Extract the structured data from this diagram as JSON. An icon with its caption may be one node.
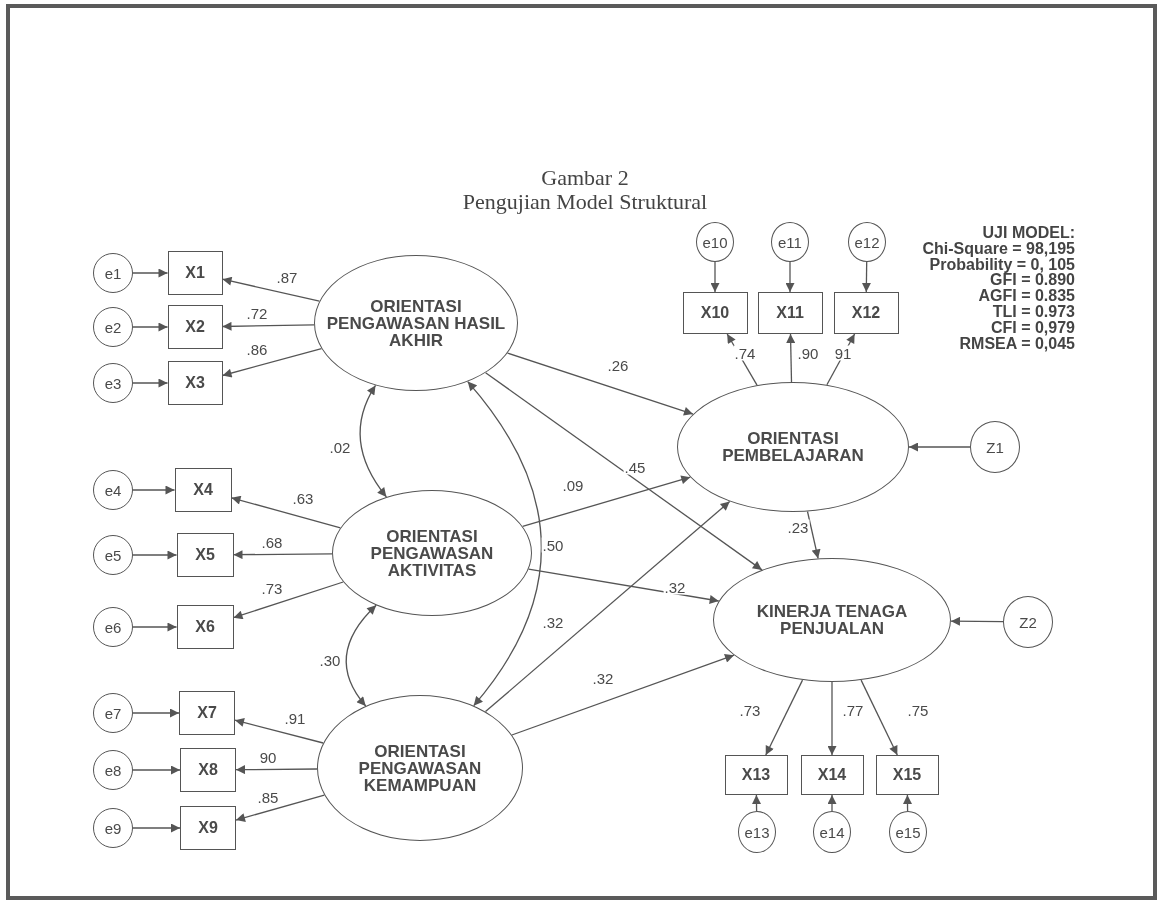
{
  "diagram": {
    "title": "Pengujian Model Struktural",
    "nodes": [
      {
        "text": [
          "e1"
        ]
      },
      {
        "text": [
          "X1"
        ]
      },
      {
        "text": [
          "e2"
        ]
      },
      {
        "text": [
          "X2"
        ]
      },
      {
        "text": [
          "e3"
        ]
      },
      {
        "text": [
          "X3"
        ]
      },
      {
        "text": [
          "ORIENTASI PENGAWASAN HASIL AKHIR"
        ]
      },
      {
        "text": [
          "e10"
        ]
      },
      {
        "text": [
          "e11"
        ]
      },
      {
        "text": [
          "e12"
        ]
      },
      {
        "text": [
          "X10"
        ]
      },
      {
        "text": [
          "X11"
        ]
      },
      {
        "text": [
          "X12"
        ]
      },
      {
        "text": [
          "ORIENTASI PEMBELAJARAN"
        ]
      },
      {
        "text": [
          "Z1"
        ]
      },
      {
        "text": [
          "e4"
        ]
      },
      {
        "text": [
          "X4"
        ]
      },
      {
        "text": [
          "e5"
        ]
      },
      {
        "text": [
          "X5"
        ]
      },
      {
        "text": [
          "e6"
        ]
      },
      {
        "text": [
          "X6"
        ]
      },
      {
        "text": [
          "ORIENTASI PENGAWASAN AKTIVITAS"
        ]
      },
      {
        "text": [
          "KINERJA TENAGA PENJUALAN"
        ]
      },
      {
        "text": [
          "Z2"
        ]
      },
      {
        "text": [
          "e7"
        ]
      },
      {
        "text": [
          "X7"
        ]
      },
      {
        "text": [
          "e8"
        ]
      },
      {
        "text": [
          "X8"
        ]
      },
      {
        "text": [
          "e9"
        ]
      },
      {
        "text": [
          "X9"
        ]
      },
      {
        "text": [
          "ORIENTASI PENGAWASAN KEMAMPUAN"
        ]
      },
      {
        "text": [
          "X13"
        ]
      },
      {
        "text": [
          "X14"
        ]
      },
      {
        "text": [
          "X15"
        ]
      },
      {
        "text": [
          "e13"
        ]
      },
      {
        "text": [
          "e14"
        ]
      },
      {
        "text": [
          "e15"
        ]
      }
    ],
    "edges": [
      {
        "from": 0,
        "to": 1,
        "arrow": "to"
      },
      {
        "from": 2,
        "to": 3,
        "arrow": "to"
      },
      {
        "from": 4,
        "to": 5,
        "arrow": "to"
      },
      {
        "from": 6,
        "to": 1,
        "arrow": "to",
        "label": ".87"
      },
      {
        "from": 6,
        "to": 3,
        "arrow": "to",
        "label": ".72"
      },
      {
        "from": 6,
        "to": 5,
        "arrow": "to",
        "label": ".86"
      },
      {
        "from": 7,
        "to": 10,
        "arrow": "to"
      },
      {
        "from": 8,
        "to": 11,
        "arrow": "to"
      },
      {
        "from": 9,
        "to": 12,
        "arrow": "to"
      },
      {
        "from": 13,
        "to": 10,
        "arrow": "to",
        "label": ".74"
      },
      {
        "from": 13,
        "to": 11,
        "arrow": "to",
        "label": ".90"
      },
      {
        "from": 13,
        "to": 12,
        "arrow": "to",
        "label": "91"
      },
      {
        "from": 6,
        "to": 13,
        "arrow": "to",
        "label": ".26"
      },
      {
        "from": 14,
        "to": 13,
        "arrow": "to"
      },
      {
        "from": 6,
        "to": 21,
        "arrow": "both",
        "label": ".02"
      },
      {
        "from": 6,
        "to": 30,
        "arrow": "both",
        "label": ".50"
      },
      {
        "from": 6,
        "to": 22,
        "arrow": "to",
        "label": ".45"
      },
      {
        "from": 15,
        "to": 16,
        "arrow": "to"
      },
      {
        "from": 17,
        "to": 18,
        "arrow": "to"
      },
      {
        "from": 19,
        "to": 20,
        "arrow": "to"
      },
      {
        "from": 21,
        "to": 16,
        "arrow": "to",
        "label": ".63"
      },
      {
        "from": 21,
        "to": 18,
        "arrow": "to",
        "label": ".68"
      },
      {
        "from": 21,
        "to": 20,
        "arrow": "to",
        "label": ".73"
      },
      {
        "from": 21,
        "to": 13,
        "arrow": "to",
        "label": ".09"
      },
      {
        "from": 21,
        "to": 22,
        "arrow": "to",
        "label": ".32"
      },
      {
        "from": 13,
        "to": 22,
        "arrow": "to",
        "label": ".23"
      },
      {
        "from": 23,
        "to": 22,
        "arrow": "to"
      },
      {
        "from": 21,
        "to": 30,
        "arrow": "both",
        "label": ".30"
      },
      {
        "from": 24,
        "to": 25,
        "arrow": "to"
      },
      {
        "from": 26,
        "to": 27,
        "arrow": "to"
      },
      {
        "from": 28,
        "to": 29,
        "arrow": "to"
      },
      {
        "from": 30,
        "to": 25,
        "arrow": "to",
        "label": ".91"
      },
      {
        "from": 30,
        "to": 27,
        "arrow": "to",
        "label": "90"
      },
      {
        "from": 30,
        "to": 29,
        "arrow": "to",
        "label": ".85"
      },
      {
        "from": 30,
        "to": 13,
        "arrow": "to",
        "label": ".32"
      },
      {
        "from": 30,
        "to": 22,
        "arrow": "to",
        "label": ".32"
      },
      {
        "from": 22,
        "to": 31,
        "arrow": "to",
        "label": ".73"
      },
      {
        "from": 22,
        "to": 32,
        "arrow": "to",
        "label": ".77"
      },
      {
        "from": 22,
        "to": 33,
        "arrow": "to",
        "label": ".75"
      },
      {
        "from": 34,
        "to": 31,
        "arrow": "to"
      },
      {
        "from": 35,
        "to": 32,
        "arrow": "to"
      },
      {
        "from": 36,
        "to": 33,
        "arrow": "to"
      }
    ],
    "labels": [
      "Gambar 2",
      "UJI MODEL:",
      "Chi-Square = 98,195",
      "Probability = 0, 105",
      "GFI = 0.890",
      "AGFI = 0.835",
      "TLI = 0.973",
      "CFI = 0,979",
      "RMSEA = 0,045"
    ]
  }
}
